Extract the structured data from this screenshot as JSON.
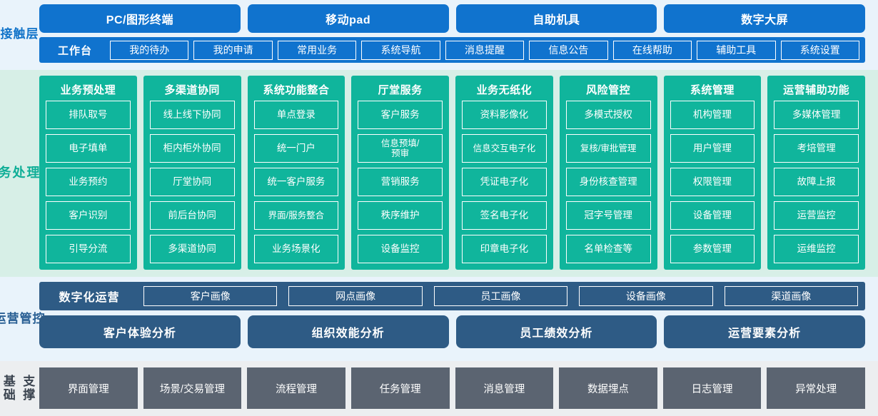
{
  "layers": {
    "touch": {
      "label": "接触层",
      "channels": [
        "PC/图形终端",
        "移动pad",
        "自助机具",
        "数字大屏"
      ],
      "workbench_label": "工作台",
      "menu": [
        "我的待办",
        "我的申请",
        "常用业务",
        "系统导航",
        "消息提醒",
        "信息公告",
        "在线帮助",
        "辅助工具",
        "系统设置"
      ],
      "colors": {
        "bg": "#e9f3fb",
        "chip": "#1073ce",
        "label": "#1274c9"
      }
    },
    "business": {
      "label": "业务处理层",
      "colors": {
        "bg": "#d7efe7",
        "card": "#10b59c",
        "label": "#0fae97"
      },
      "columns": [
        {
          "title": "业务预处理",
          "items": [
            "排队取号",
            "电子填单",
            "业务预约",
            "客户识别",
            "引导分流"
          ]
        },
        {
          "title": "多渠道协同",
          "items": [
            "线上线下协同",
            "柜内柜外协同",
            "厅堂协同",
            "前后台协同",
            "多渠道协同"
          ]
        },
        {
          "title": "系统功能整合",
          "items": [
            "单点登录",
            "统一门户",
            "统一客户服务",
            "界面/服务整合",
            "业务场景化"
          ]
        },
        {
          "title": "厅堂服务",
          "items": [
            "客户服务",
            "信息预填/\n预审",
            "营销服务",
            "秩序维护",
            "设备监控"
          ]
        },
        {
          "title": "业务无纸化",
          "items": [
            "资料影像化",
            "信息交互电子化",
            "凭证电子化",
            "签名电子化",
            "印章电子化"
          ]
        },
        {
          "title": "风险管控",
          "items": [
            "多模式授权",
            "复核/审批管理",
            "身份核查管理",
            "冠字号管理",
            "名单检查等"
          ]
        },
        {
          "title": "系统管理",
          "items": [
            "机构管理",
            "用户管理",
            "权限管理",
            "设备管理",
            "参数管理"
          ]
        },
        {
          "title": "运营辅助功能",
          "items": [
            "多媒体管理",
            "考培管理",
            "故障上报",
            "运营监控",
            "运维监控"
          ]
        }
      ]
    },
    "operations": {
      "label": "运营管控",
      "digital_label": "数字化运营",
      "portraits": [
        "客户画像",
        "网点画像",
        "员工画像",
        "设备画像",
        "渠道画像"
      ],
      "analyses": [
        "客户体验分析",
        "组织效能分析",
        "员工绩效分析",
        "运营要素分析"
      ],
      "colors": {
        "bg": "#e9f3fb",
        "chip": "#2e5b85",
        "label": "#2a6094"
      }
    },
    "base": {
      "label": "基础支撑",
      "items": [
        "界面管理",
        "场景/交易管理",
        "流程管理",
        "任务管理",
        "消息管理",
        "数据埋点",
        "日志管理",
        "异常处理"
      ],
      "colors": {
        "bg": "#eceef0",
        "chip": "#5b6471",
        "label": "#3a434f"
      }
    }
  }
}
